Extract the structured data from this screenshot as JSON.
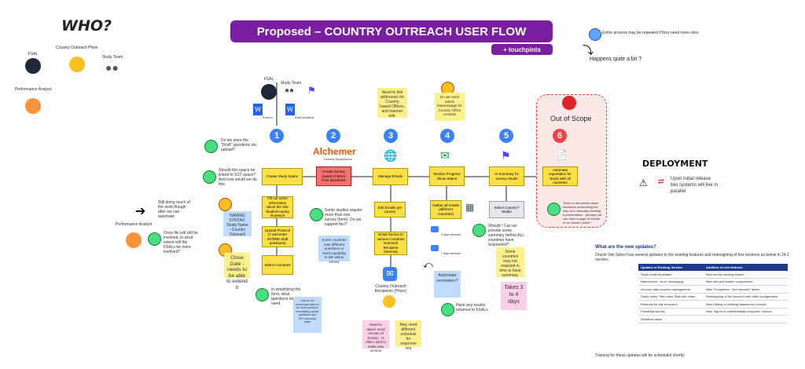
{
  "who": "WHO?",
  "people": {
    "fsal": "FSAL",
    "country_outreach": "Country Outreach Pfizer",
    "study_team": "Study Team",
    "performance_analyst": "Performance Analyst",
    "performance_analyst2": "Performance Analyst",
    "fsal2": "FSAL",
    "study_team2": "Study Team",
    "country_outreach_recipients": "Country Outreach Recipients (Pfizer)"
  },
  "banner": {
    "title": "Proposed – COUNTRY OUTREACH USER FLOW",
    "sub": "+ touchpints"
  },
  "top_right": {
    "note": "Entire process may be repeated if they need more sites",
    "happens": "Happens quite a bit ?"
  },
  "steps": {
    "s1": "1",
    "s2": "2",
    "s3": "3",
    "s4": "4",
    "s5": "5",
    "s6": "6"
  },
  "alchemer": {
    "name": "Alchemer",
    "sub": "Formerly SurveyGizmo"
  },
  "out_of_scope": "Out of Scope",
  "docs": {
    "protocol": "Protocol",
    "draft": "Draft Questions"
  },
  "flow": {
    "create_study_space": "Create Study Space",
    "fill_info": "Fill out some information about the Site Studio/Country Outreach",
    "upload_protocol": "Upload Protocol (? and enter SF/DRE draft questions)",
    "select_countries": "Select Countries",
    "create_survey": "Create Survey based in Word from Questions",
    "manage_emails": "Manage Emails",
    "edit_emails": "Edit Emails per country",
    "email_survey": "Email Survey to various Countries Outreach Recipient (Internal)",
    "monitor_progress": "Monitor Progress Show Status",
    "gather_results": "Gather all results (different countries)",
    "ai_summary": "AI Summary for survey results",
    "select_country": "Select Country? Studio",
    "automate_export": "Automate exportation for Study with all countries"
  },
  "notes": {
    "n1": "Do we store the \"Draft\" questions via upload?",
    "n2": "Should this space be linked to SST space? And how would we do this",
    "n3": "Still doing much of the work though after we can automate",
    "n4": "Once file will still be involved, to what extent will the FSALs be more involved?",
    "n5": "In simplifying the form, what questions do we need",
    "n6": "How do we encourage users to be more careful in formulating survey questions and NOT just copy paste",
    "n7": "Some studies require more than one survey (here). Do we support this?",
    "n8": "Have any results returned to FSALs",
    "n9": "Should / Can we provide some summary before ALL countries have responded?",
    "n10": "There is discussion about somehow automating the step of a manually-creating a presentation - perhaps we can have a page of results to be viewed online?",
    "reminder1": "3 days reminder",
    "reminder2": "7 days reminder"
  },
  "stickies": {
    "naming": "NAMING SYNTAX: Study Name - Country Outreach",
    "close_date": "Close Date - needs to be able to extend it",
    "need_link": "Need to link addresses for Country based Offices, and manner edit.",
    "some_countries": "Some countries may different questions or need capability to link within survey",
    "do_we_need_admin": "Do we need admin feature/page for Country Office contacts",
    "automate_reminders": "Automate reminders?",
    "some_not_respond": "Some countries may not respond in time to have summary.",
    "takes": "Takes 3 to 4 days",
    "need_to_attach": "Need to attach word version of Survey - is often used to make new version",
    "may_need": "May need different schedule for response req"
  },
  "deployment": {
    "title": "DEPLOYMENT",
    "text": "Upon initial release two systems will live in parallel"
  },
  "updates": {
    "question": "What are the new updates?",
    "intro": "Oracle Site Select has several updates to the existing features and redesigning of few sections as below in 24.1 version.",
    "col1": "Updates to Existing Version",
    "col2": "Addition of new features",
    "rows": [
      [
        "Study email templates",
        "New survey ranking feature"
      ],
      [
        "Data source - error messaging",
        "New site grid drawer components"
      ],
      [
        "Account data sources management",
        "New \"Completed - Not required\" action"
      ],
      [
        "Study notes, Site notes, Bulk site notes",
        "Redesigning of the Account note label configuration"
      ],
      [
        "Reasons for site exclusion",
        "New Editing or deleting datasource records"
      ],
      [
        "Feasibility survey",
        "New \"Agree to confidentiality response\" column"
      ],
      [
        "Workflow tasks",
        ""
      ]
    ],
    "footer": "Training for these updates will be scheduled shortly"
  },
  "colors": {
    "purple": "#7b1fa2",
    "blue": "#3b82f6",
    "red": "#ef4444"
  }
}
